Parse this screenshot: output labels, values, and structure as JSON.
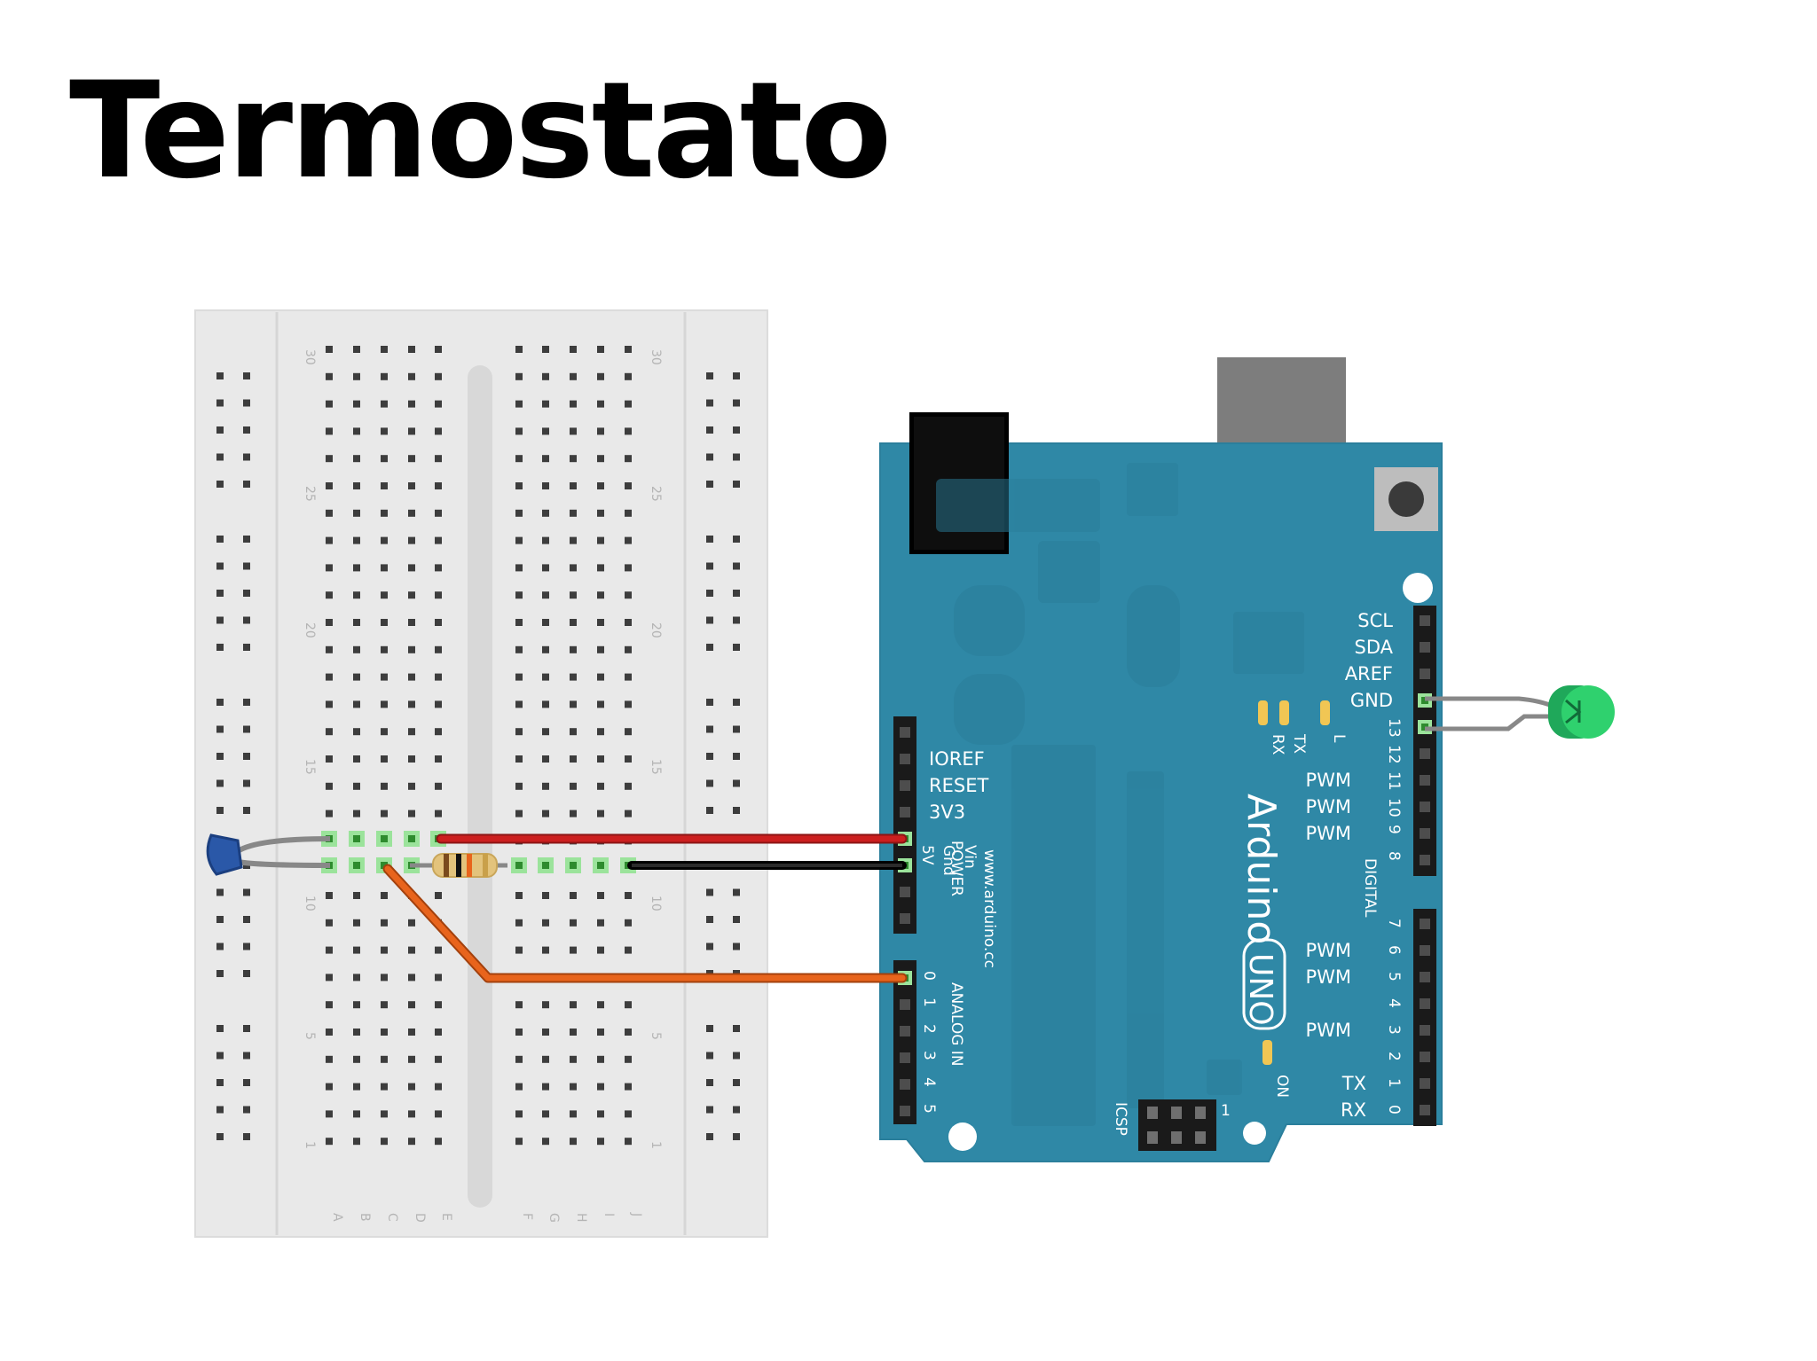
{
  "title": "Termostato",
  "breadboard": {
    "row_numbers": [
      "30",
      "25",
      "20",
      "15",
      "10",
      "5",
      "1"
    ],
    "column_letters": [
      "A",
      "B",
      "C",
      "D",
      "E",
      "F",
      "G",
      "H",
      "I",
      "J"
    ]
  },
  "arduino": {
    "brand": "Arduino",
    "model": "UNO",
    "website": "www.arduino.cc",
    "power_header": {
      "section_label": "POWER",
      "pins": [
        "IOREF",
        "RESET",
        "3V3",
        "5V",
        "Gnd",
        "Vin"
      ]
    },
    "analog_header": {
      "section_label": "ANALOG IN",
      "pins": [
        "0",
        "1",
        "2",
        "3",
        "4",
        "5"
      ]
    },
    "digital_header": {
      "section_label": "DIGITAL",
      "top_labels": [
        "SCL",
        "SDA",
        "AREF",
        "GND"
      ],
      "pins_upper": [
        "13",
        "12",
        "11",
        "10",
        "9",
        "8"
      ],
      "pins_lower": [
        "7",
        "6",
        "5",
        "4",
        "3",
        "2",
        "1",
        "0"
      ],
      "pwm_label": "PWM",
      "tx_label": "TX",
      "rx_label": "RX"
    },
    "leds": {
      "rx": "RX",
      "tx": "TX",
      "l": "L",
      "on": "ON"
    },
    "icsp_label": "ICSP",
    "icsp_pin1": "1"
  },
  "colors": {
    "board": "#2f88a6",
    "wire_5v": "#cc1f1f",
    "wire_gnd": "#1a1a1a",
    "wire_signal": "#e8641c",
    "led": "#2fd16e"
  }
}
